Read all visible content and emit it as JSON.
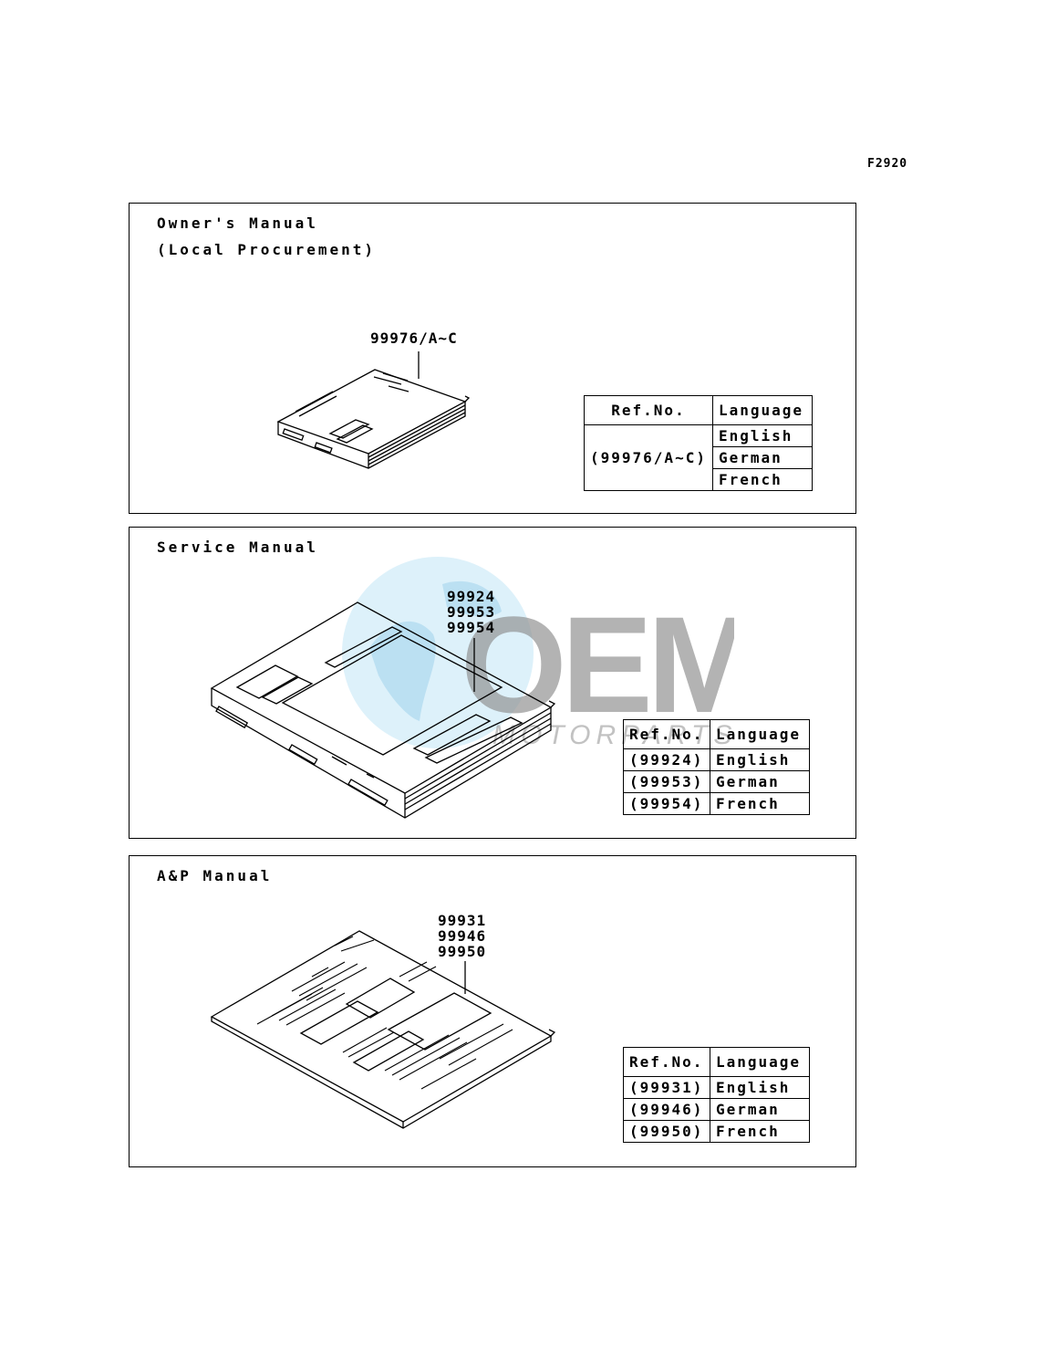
{
  "figure_code": "F2920",
  "panels": [
    {
      "title": "Owner's Manual",
      "subtitle": "(Local Procurement)",
      "part_numbers": [
        "99976/A~C"
      ],
      "table": {
        "header": [
          "Ref.No.",
          "Language"
        ],
        "ref": "(99976/A~C)",
        "languages": [
          "English",
          "German",
          "French"
        ]
      }
    },
    {
      "title": "Service Manual",
      "part_numbers": [
        "99924",
        "99953",
        "99954"
      ],
      "table": {
        "header": [
          "Ref.No.",
          "Language"
        ],
        "rows": [
          {
            "ref": "(99924)",
            "language": "English"
          },
          {
            "ref": "(99953)",
            "language": "German"
          },
          {
            "ref": "(99954)",
            "language": "French"
          }
        ]
      }
    },
    {
      "title": "A&P Manual",
      "part_numbers": [
        "99931",
        "99946",
        "99950"
      ],
      "table": {
        "header": [
          "Ref.No.",
          "Language"
        ],
        "rows": [
          {
            "ref": "(99931)",
            "language": "English"
          },
          {
            "ref": "(99946)",
            "language": "German"
          },
          {
            "ref": "(99950)",
            "language": "French"
          }
        ]
      }
    }
  ],
  "watermark": {
    "brand": "OEM",
    "tagline": "MOTORPARTS",
    "colors": {
      "globe": "#bfe3f5",
      "text": "#8c8c8c"
    }
  }
}
